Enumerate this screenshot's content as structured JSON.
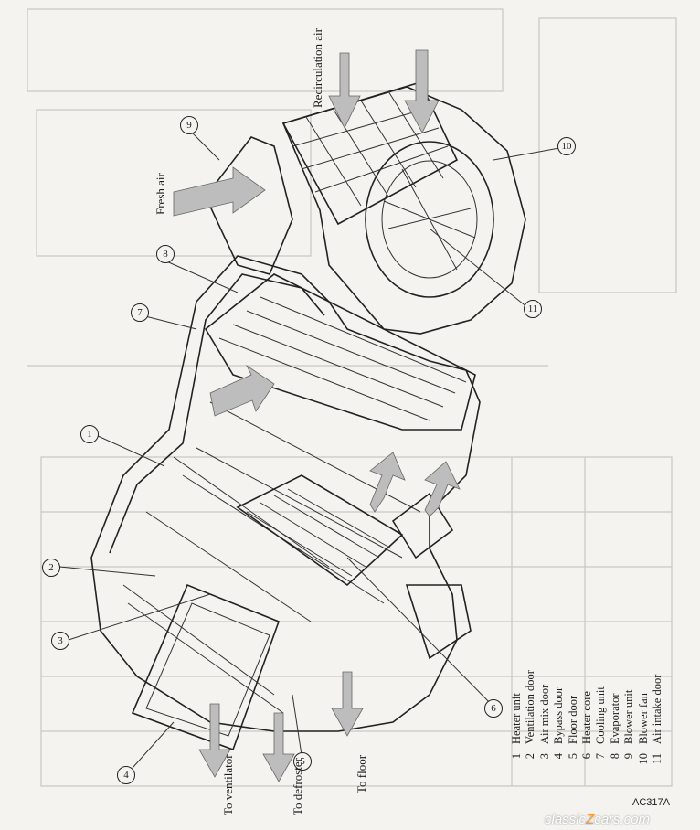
{
  "figure": {
    "code": "AC317A",
    "watermark_left": "classic",
    "watermark_mid": "Z",
    "watermark_right": "cars.com"
  },
  "airflow_labels": {
    "recirculation": "Recirculation air",
    "fresh": "Fresh air",
    "ventilator": "To ventilator",
    "defroster": "To defroster",
    "floor": "To floor"
  },
  "callouts": [
    "1",
    "2",
    "3",
    "4",
    "5",
    "6",
    "7",
    "8",
    "9",
    "10",
    "11"
  ],
  "legend": [
    {
      "num": "1",
      "label": "Heater unit"
    },
    {
      "num": "2",
      "label": "Ventilation door"
    },
    {
      "num": "3",
      "label": "Air mix door"
    },
    {
      "num": "4",
      "label": "Bypass door"
    },
    {
      "num": "5",
      "label": "Floor door"
    },
    {
      "num": "6",
      "label": "Heater core"
    },
    {
      "num": "7",
      "label": "Cooling unit"
    },
    {
      "num": "8",
      "label": "Evaporator"
    },
    {
      "num": "9",
      "label": "Blower unit"
    },
    {
      "num": "10",
      "label": "Blower fan"
    },
    {
      "num": "11",
      "label": "Air intake door"
    }
  ]
}
